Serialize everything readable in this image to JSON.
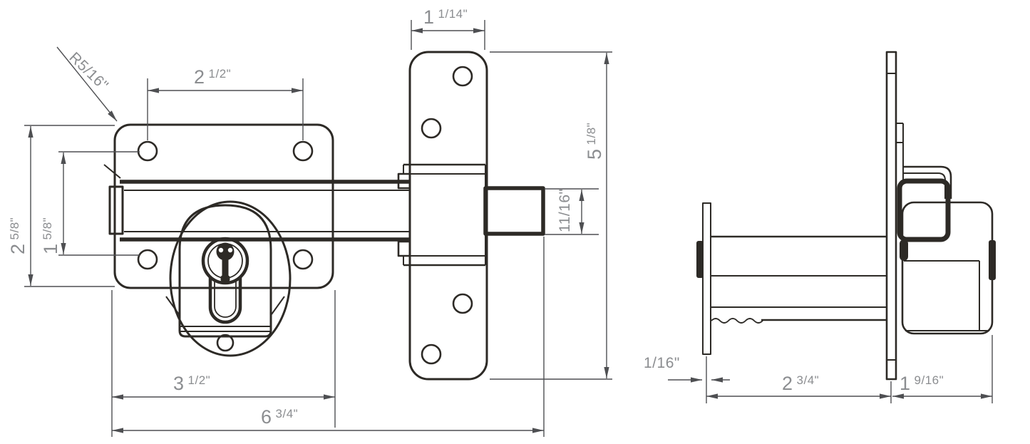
{
  "drawing": {
    "background": "#ffffff",
    "line_color": "#2d2a26",
    "dim_line_color": "#4e4f52",
    "dim_text_color": "#8b8d90"
  },
  "dimensions": {
    "corner_radius": {
      "text": "R5/16\""
    },
    "keeper_plate_width": {
      "whole": "1",
      "frac": "1/14\""
    },
    "screw_hole_spacing": {
      "whole": "2",
      "frac": "1/2\""
    },
    "keeper_plate_height": {
      "whole": "5",
      "frac": "1/8\""
    },
    "bolt_thickness": {
      "text": "11/16\""
    },
    "plate_height": {
      "whole": "2",
      "frac": "5/8\""
    },
    "hole_row_spacing": {
      "whole": "1",
      "frac": "5/8\""
    },
    "plate_width": {
      "whole": "3",
      "frac": "1/2\""
    },
    "overall_length": {
      "whole": "6",
      "frac": "3/4\""
    },
    "faceplate_thickness": {
      "text": "1/16\""
    },
    "cylinder_depth": {
      "whole": "2",
      "frac": "3/4\""
    },
    "body_depth": {
      "whole": "1",
      "frac": "9/16\""
    }
  }
}
